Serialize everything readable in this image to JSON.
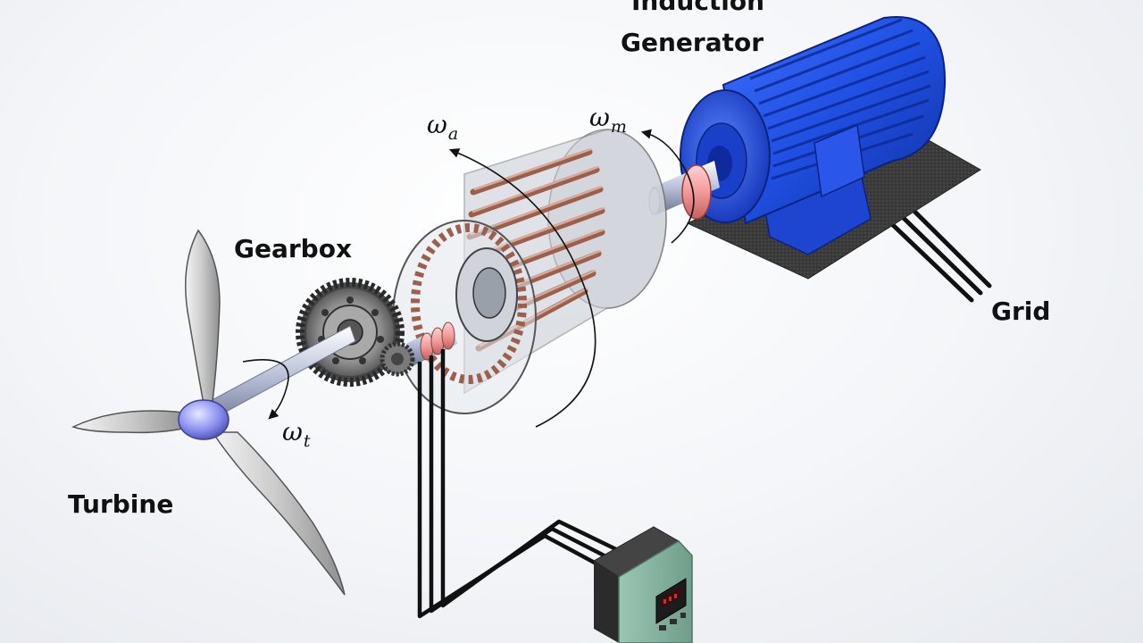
{
  "labels": {
    "generator_line1": "Induction",
    "generator_line2": "Generator",
    "gearbox": "Gearbox",
    "grid": "Grid",
    "turbine": "Turbine"
  },
  "speeds": {
    "a": {
      "symbol": "ω",
      "subscript": "a"
    },
    "m": {
      "symbol": "ω",
      "subscript": "m"
    },
    "t": {
      "symbol": "ω",
      "subscript": "t"
    }
  },
  "icons": {
    "turbine": "turbine-rotor-icon",
    "gearbox": "gear-icon",
    "rotor": "wound-rotor-icon",
    "generator": "induction-motor-icon",
    "converter": "power-converter-icon"
  },
  "colors": {
    "motor_blue": "#1f4fe0",
    "copper": "#b97a66",
    "coupling": "#f2a0a0",
    "hub": "#8a8ff0",
    "converter": "#7fae9b",
    "base_plate": "#3a3a3a",
    "text": "#111111"
  }
}
